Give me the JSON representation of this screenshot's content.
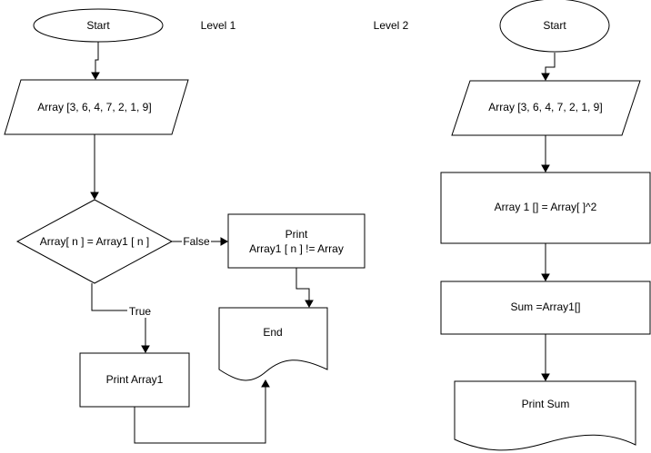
{
  "level1": {
    "heading": "Level 1",
    "start": "Start",
    "input": "Array [3, 6, 4, 7, 2, 1, 9]",
    "decision": "Array[ n ] = Array1 [ n ]",
    "false_label": "False",
    "true_label": "True",
    "print_false_line1": "Print",
    "print_false_line2": "Array1 [ n ] != Array",
    "end": "End",
    "print_true": "Print Array1"
  },
  "level2": {
    "heading": "Level 2",
    "start": "Start",
    "input": "Array [3, 6, 4, 7, 2, 1, 9]",
    "square": "Array 1 []  = Array[ ]^2",
    "sum": "Sum =Array1[]",
    "print": "Print Sum"
  }
}
